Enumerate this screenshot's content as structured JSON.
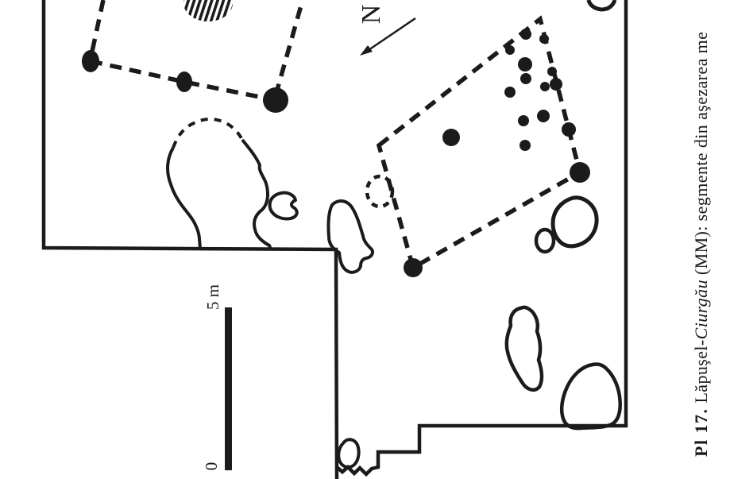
{
  "colors": {
    "ink": "#1b1b1b",
    "background": "#ffffff"
  },
  "plan": {
    "north_label": "N",
    "scale_bar": {
      "max_label": "5 m",
      "zero_label": "0"
    }
  },
  "caption": {
    "plate": "Pl 17.",
    "site_prefix": " Lăpuşel-",
    "site_italic": "Ciurgău",
    "suffix": " (MM): segmente din aşezarea me"
  }
}
